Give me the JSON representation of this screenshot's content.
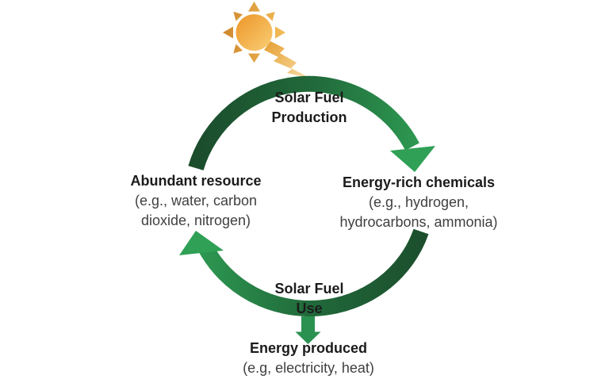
{
  "diagram": {
    "labels": {
      "production_line1": "Solar Fuel",
      "production_line2": "Production",
      "use_line1": "Solar Fuel",
      "use_line2": "Use"
    },
    "nodes": {
      "abundant_resource": {
        "title": "Abundant resource",
        "detail_line1": "(e.g., water, carbon",
        "detail_line2": "dioxide, nitrogen)"
      },
      "energy_rich_chemicals": {
        "title": "Energy-rich chemicals",
        "detail_line1": "(e.g., hydrogen,",
        "detail_line2": "hydrocarbons, ammonia)"
      },
      "energy_produced": {
        "title": "Energy produced",
        "detail_line1": "(e.g, electricity, heat)"
      }
    },
    "icons": {
      "sun": "sun-icon",
      "lightning_bolt": "lightning-bolt-icon",
      "cycle_arrow_top": "curved-arrow-clockwise-top",
      "cycle_arrow_bottom": "curved-arrow-clockwise-bottom",
      "down_arrow": "small-down-arrow-icon"
    },
    "colors": {
      "background": "#ffffff",
      "arc_dark_green": "#1b4c2c",
      "arc_mid_green": "#216a3b",
      "arc_bright_green": "#2fa055",
      "down_arrow_green": "#2b9150",
      "sun_core_orange": "#ee9c31",
      "sun_core_light": "#f8c96e",
      "ray_orange_dark": "#cd862c",
      "ray_orange_light": "#f4bd58",
      "bolt_gold": "#e8a53d",
      "bolt_gold_light": "#f9dfa9",
      "title_text": "#1b1b1b",
      "detail_text": "#404040"
    }
  }
}
